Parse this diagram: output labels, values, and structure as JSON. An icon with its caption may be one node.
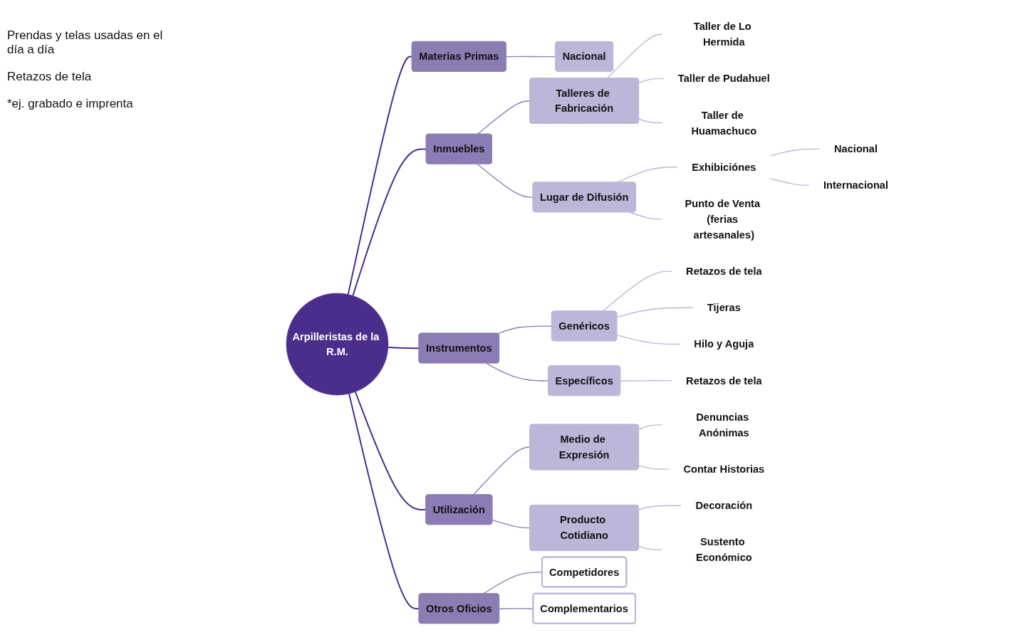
{
  "diagram": {
    "nodes": [
      {
        "text": [
          "Arpilleristas de la R.M."
        ]
      },
      {
        "text": [
          "Materias Primas"
        ]
      },
      {
        "text": [
          "Nacional"
        ]
      },
      {
        "text": [
          "Inmuebles"
        ]
      },
      {
        "text": [
          "Talleres de Fabricación"
        ]
      },
      {
        "text": [
          "Taller de Lo Hermida"
        ]
      },
      {
        "text": [
          "Taller de Pudahuel"
        ]
      },
      {
        "text": [
          "Taller de Huamachuco"
        ]
      },
      {
        "text": [
          "Lugar de Difusión"
        ]
      },
      {
        "text": [
          "Exhibiciónes"
        ]
      },
      {
        "text": [
          "Nacional"
        ]
      },
      {
        "text": [
          "Internacional"
        ]
      },
      {
        "text": [
          "Punto de Venta (ferias artesanales)"
        ]
      },
      {
        "text": [
          "Instrumentos"
        ]
      },
      {
        "text": [
          "Genéricos"
        ]
      },
      {
        "text": [
          "Retazos de tela"
        ]
      },
      {
        "text": [
          "Tijeras"
        ]
      },
      {
        "text": [
          "Hilo y Aguja"
        ]
      },
      {
        "text": [
          "Específicos"
        ]
      },
      {
        "text": [
          "Retazos de tela"
        ]
      },
      {
        "text": [
          "Utilización"
        ]
      },
      {
        "text": [
          "Medio de Expresión"
        ]
      },
      {
        "text": [
          "Denuncias Anónimas"
        ]
      },
      {
        "text": [
          "Contar Historias"
        ]
      },
      {
        "text": [
          "Producto Cotidiano"
        ]
      },
      {
        "text": [
          "Decoración"
        ]
      },
      {
        "text": [
          "Sustento Económico"
        ]
      },
      {
        "text": [
          "Otros Oficios"
        ]
      },
      {
        "text": [
          "Competidores"
        ]
      },
      {
        "text": [
          "Complementarios"
        ]
      }
    ],
    "edges": [
      {
        "from": 0,
        "to": 1,
        "arrow": "none",
        "color": "#4b2d8c"
      },
      {
        "from": 1,
        "to": 2,
        "arrow": "none",
        "color": "#8b7db3"
      },
      {
        "from": 0,
        "to": 3,
        "arrow": "none",
        "color": "#4b2d8c"
      },
      {
        "from": 3,
        "to": 4,
        "arrow": "none",
        "color": "#8b7db3"
      },
      {
        "from": 4,
        "to": 5,
        "arrow": "none"
      },
      {
        "from": 4,
        "to": 6,
        "arrow": "none"
      },
      {
        "from": 4,
        "to": 7,
        "arrow": "none"
      },
      {
        "from": 3,
        "to": 8,
        "arrow": "none",
        "color": "#8b7db3"
      },
      {
        "from": 8,
        "to": 9,
        "arrow": "none"
      },
      {
        "from": 9,
        "to": 10,
        "arrow": "none"
      },
      {
        "from": 9,
        "to": 11,
        "arrow": "none"
      },
      {
        "from": 8,
        "to": 12,
        "arrow": "none"
      },
      {
        "from": 0,
        "to": 13,
        "arrow": "none",
        "color": "#4b2d8c"
      },
      {
        "from": 13,
        "to": 14,
        "arrow": "none",
        "color": "#8b7db3"
      },
      {
        "from": 14,
        "to": 15,
        "arrow": "none"
      },
      {
        "from": 14,
        "to": 16,
        "arrow": "none"
      },
      {
        "from": 14,
        "to": 17,
        "arrow": "none"
      },
      {
        "from": 13,
        "to": 18,
        "arrow": "none",
        "color": "#8b7db3"
      },
      {
        "from": 18,
        "to": 19,
        "arrow": "none"
      },
      {
        "from": 0,
        "to": 20,
        "arrow": "none",
        "color": "#4b2d8c"
      },
      {
        "from": 20,
        "to": 21,
        "arrow": "none",
        "color": "#8b7db3"
      },
      {
        "from": 21,
        "to": 22,
        "arrow": "none"
      },
      {
        "from": 21,
        "to": 23,
        "arrow": "none"
      },
      {
        "from": 20,
        "to": 24,
        "arrow": "none",
        "color": "#8b7db3"
      },
      {
        "from": 24,
        "to": 25,
        "arrow": "none"
      },
      {
        "from": 24,
        "to": 26,
        "arrow": "none"
      },
      {
        "from": 0,
        "to": 27,
        "arrow": "none",
        "color": "#4b2d8c"
      },
      {
        "from": 27,
        "to": 28,
        "arrow": "none",
        "color": "#8b7db3"
      },
      {
        "from": 27,
        "to": 29,
        "arrow": "none",
        "color": "#8b7db3"
      }
    ],
    "labels": [
      "Prendas y telas usadas en el día a día",
      "Retazos de tela",
      "*ej. grabado e imprenta"
    ]
  }
}
